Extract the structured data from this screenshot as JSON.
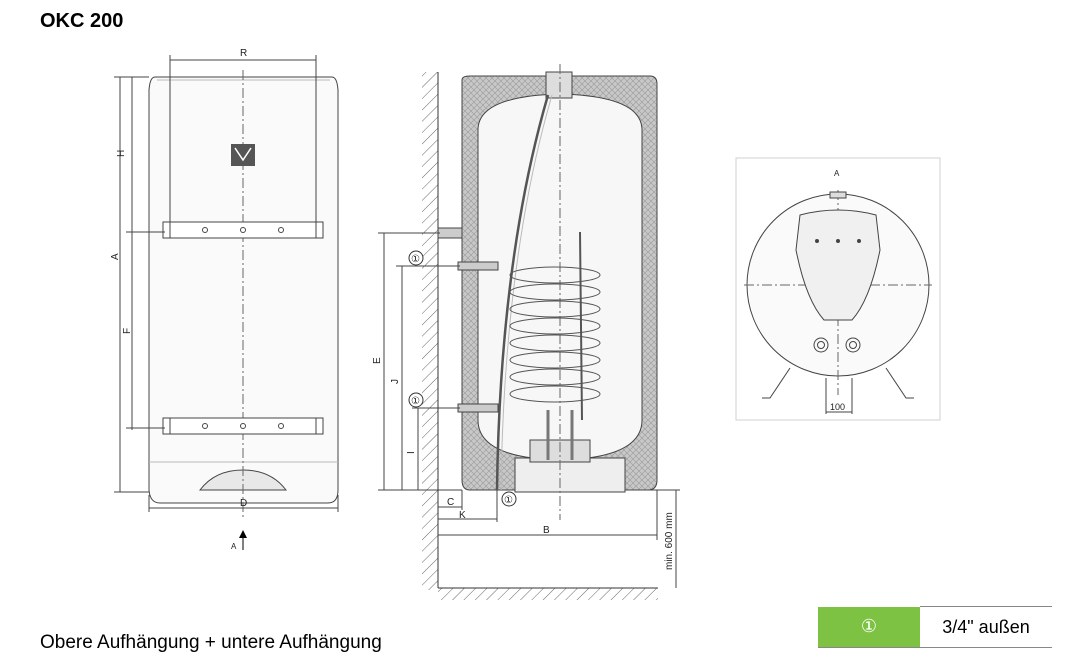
{
  "title": "OKC 200",
  "caption": "Obere Aufhängung + untere Aufhängung",
  "front_view": {
    "labels": {
      "R": "R",
      "H": "H",
      "A": "A",
      "F": "F",
      "D": "D",
      "view": "A"
    }
  },
  "side_view": {
    "labels": {
      "E": "E",
      "J": "J",
      "I": "I",
      "C": "C",
      "K": "K",
      "B": "B",
      "circle": "①",
      "min_height": "min. 600 mm"
    }
  },
  "top_view": {
    "labels": {
      "A": "A",
      "dim": "100"
    }
  },
  "legend": {
    "symbol": "①",
    "value": "3/4\" außen"
  },
  "colors": {
    "accent": "#7dc243",
    "insulation": "#bdbdbd",
    "line": "#333333"
  }
}
